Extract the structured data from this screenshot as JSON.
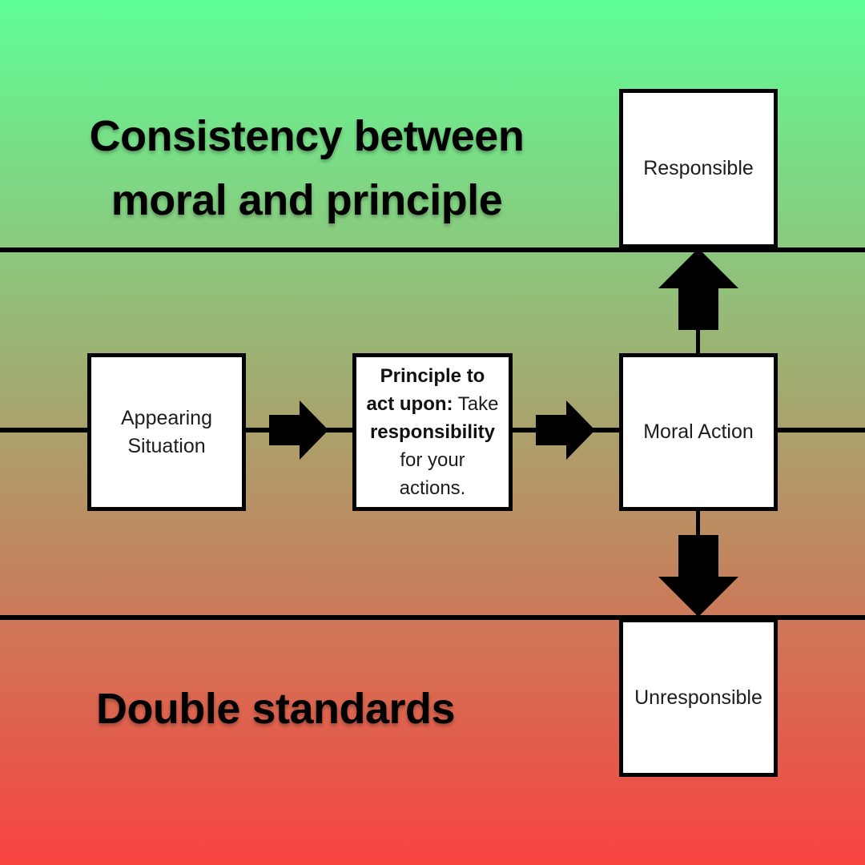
{
  "titles": {
    "top_line1": "Consistency between",
    "top_line2": "moral and principle",
    "bottom": "Double standards"
  },
  "boxes": {
    "responsible": {
      "label": "Responsible"
    },
    "appearing_situation": {
      "label": "Appearing Situation"
    },
    "principle": {
      "line1_bold": "Principle to",
      "line2_bold": "act upon:",
      "line2_regular": " Take",
      "line3_bold": "responsibility",
      "line4_regular": "for your",
      "line5_regular": "actions."
    },
    "moral_action": {
      "label": "Moral Action"
    },
    "unresponsible": {
      "label": "Unresponsible"
    }
  },
  "flow": {
    "edges": [
      "Appearing Situation -> Principle to act upon",
      "Principle to act upon -> Moral Action",
      "Moral Action -> Responsible (up)",
      "Moral Action -> Unresponsible (down)"
    ]
  },
  "icons": {
    "arrow_right": "➡",
    "arrow_up": "⬆",
    "arrow_down": "⬇"
  },
  "colors": {
    "gradient_top": "#5efe96",
    "gradient_middle": "#aba16b",
    "gradient_bottom": "#f8433f",
    "divider_line": "#000000",
    "box_fill": "#ffffff",
    "box_border": "#000000",
    "box_text": "#1d1d1d",
    "title_text": "#000000",
    "arrow_fill": "#000000"
  }
}
